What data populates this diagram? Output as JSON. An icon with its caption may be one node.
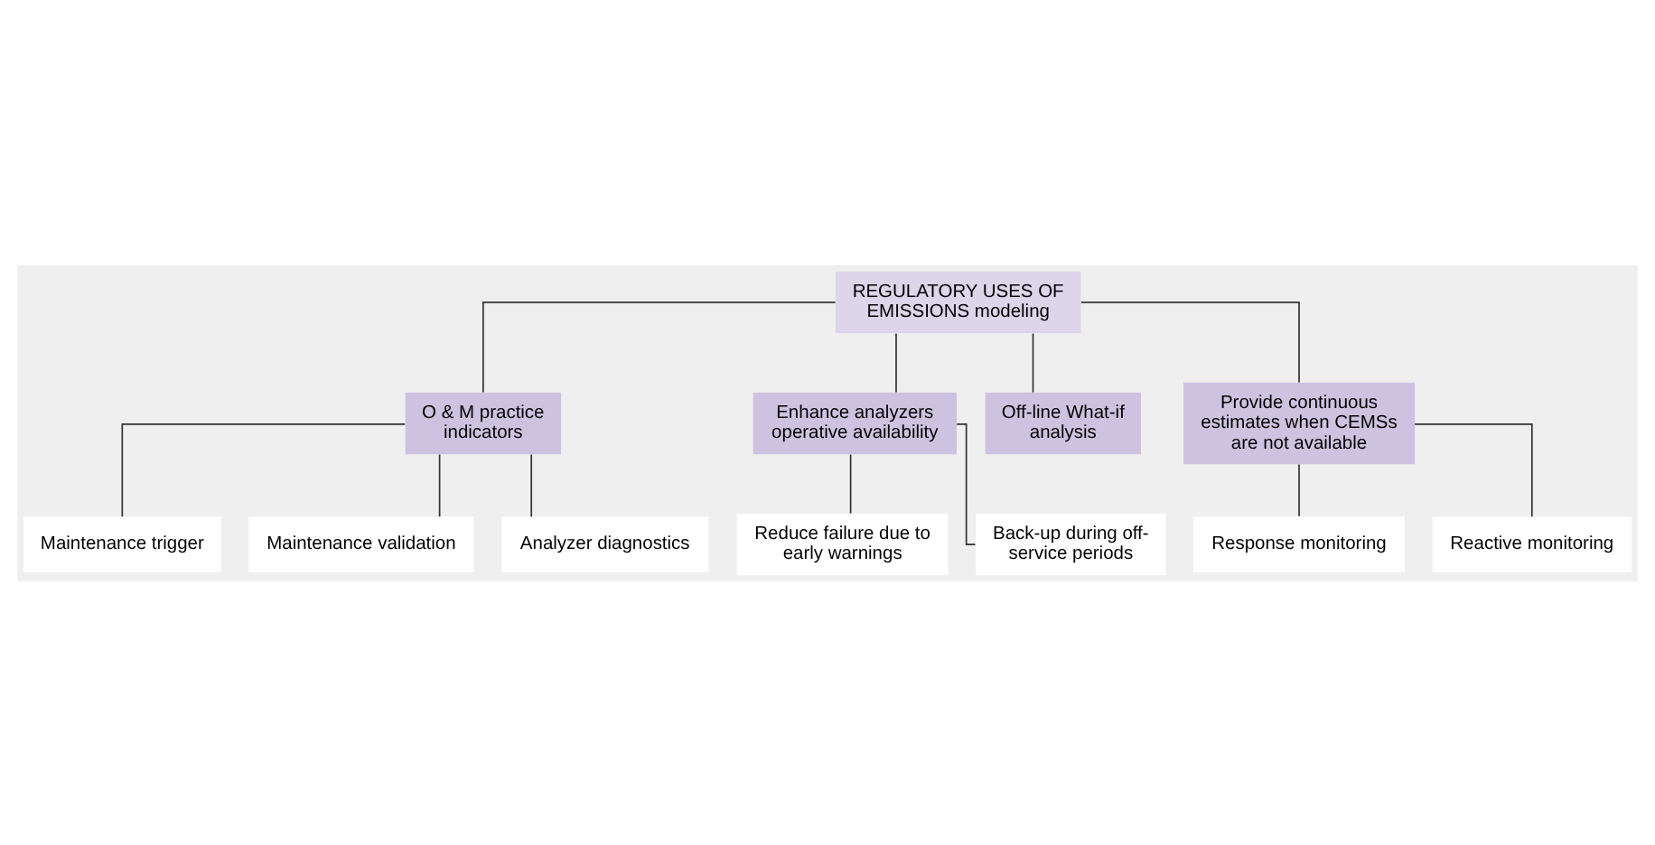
{
  "diagram": {
    "nodes": [
      {
        "text": [
          "REGULATORY USES OF EMISSIONS modeling"
        ]
      },
      {
        "text": [
          "O & M practice indicators"
        ]
      },
      {
        "text": [
          "Enhance analyzers operative availability"
        ]
      },
      {
        "text": [
          "Off-line What-if analysis"
        ]
      },
      {
        "text": [
          "Provide continuous estimates when CEMSs are not available"
        ]
      },
      {
        "text": [
          "Maintenance trigger"
        ]
      },
      {
        "text": [
          "Maintenance validation"
        ]
      },
      {
        "text": [
          "Analyzer diagnostics"
        ]
      },
      {
        "text": [
          "Reduce failure due to early warnings"
        ]
      },
      {
        "text": [
          "Back-up during off-service periods"
        ]
      },
      {
        "text": [
          "Response monitoring"
        ]
      },
      {
        "text": [
          "Reactive monitoring"
        ]
      }
    ],
    "edges": [
      {
        "from": 0,
        "to": 1,
        "arrow": "none"
      },
      {
        "from": 0,
        "to": 2,
        "arrow": "none"
      },
      {
        "from": 0,
        "to": 3,
        "arrow": "none"
      },
      {
        "from": 0,
        "to": 4,
        "arrow": "none"
      },
      {
        "from": 1,
        "to": 5,
        "arrow": "none"
      },
      {
        "from": 1,
        "to": 6,
        "arrow": "none"
      },
      {
        "from": 1,
        "to": 7,
        "arrow": "none"
      },
      {
        "from": 2,
        "to": 8,
        "arrow": "none"
      },
      {
        "from": 2,
        "to": 9,
        "arrow": "none"
      },
      {
        "from": 4,
        "to": 10,
        "arrow": "none"
      },
      {
        "from": 4,
        "to": 11,
        "arrow": "none"
      }
    ]
  }
}
